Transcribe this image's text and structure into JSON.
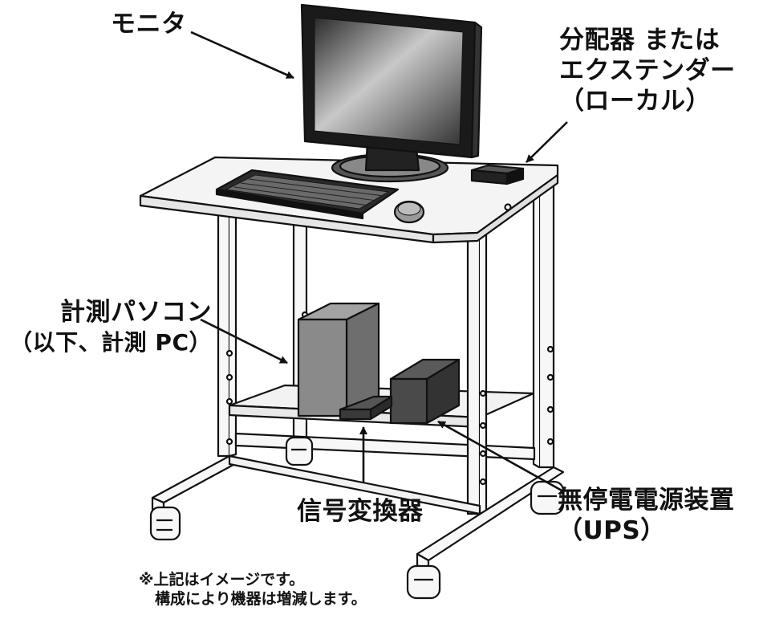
{
  "labels": {
    "monitor": "モニタ",
    "splitter": [
      "分配器 または",
      "エクステンダー",
      "（ローカル）"
    ],
    "pc": [
      "計測パソコン",
      "（以下、計測 PC）"
    ],
    "converter": "信号変換器",
    "ups": [
      "無停電電源装置",
      "（UPS）"
    ]
  },
  "note": [
    "※上記はイメージです。",
    "構成により機器は増減します。"
  ],
  "colors": {
    "outline": "#111111",
    "table": "#f4f4f4",
    "pc": "#8a8a8a",
    "ups": "#4a4a4a",
    "device": "#3a3a3a"
  }
}
